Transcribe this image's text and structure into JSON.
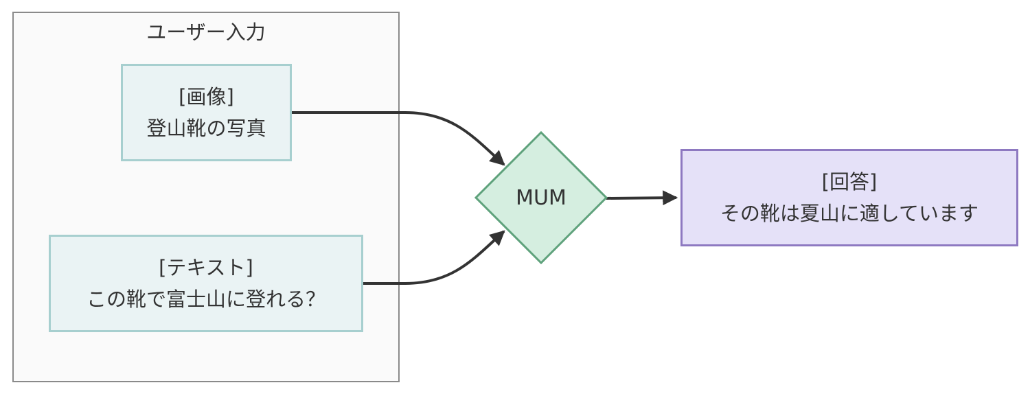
{
  "group": {
    "title": "ユーザー入力"
  },
  "nodes": {
    "image": {
      "tag": "[画像]",
      "text": "登山靴の写真"
    },
    "text": {
      "tag": "[テキスト]",
      "text": "この靴で富士山に登れる？"
    },
    "model": {
      "label": "MUM"
    },
    "answer": {
      "tag": "[回答]",
      "text": "その靴は夏山に適しています"
    }
  },
  "colors": {
    "input_fill": "#eaf3f4",
    "input_border": "#a7cfcf",
    "model_fill": "#d5eee0",
    "model_border": "#5fa27c",
    "answer_fill": "#e5e1f8",
    "answer_border": "#8e79c1",
    "edge": "#333333"
  }
}
